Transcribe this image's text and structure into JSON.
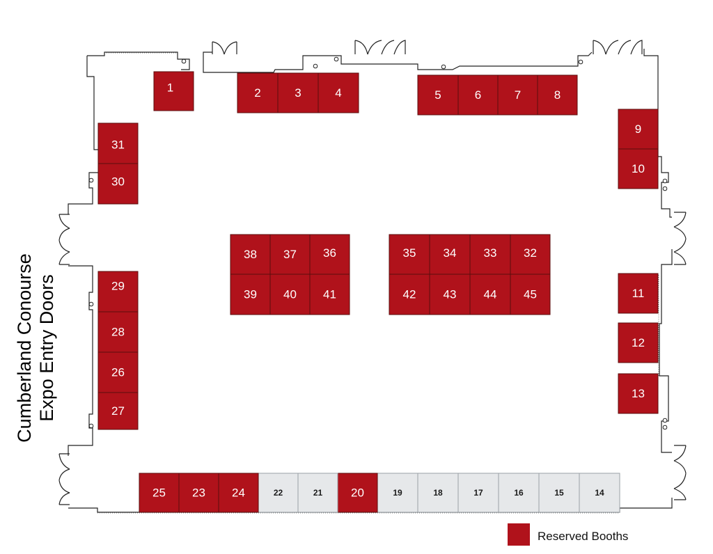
{
  "entry_label": {
    "line1": "Cumberland Conourse",
    "line2": "Expo Entry Doors"
  },
  "legend": {
    "label": "Reserved Booths",
    "color": "#b0121b"
  },
  "colors": {
    "reserved": "#b0121b",
    "open": "#e6e8ea"
  },
  "booths": [
    {
      "id": "1",
      "status": "reserved"
    },
    {
      "id": "2",
      "status": "reserved"
    },
    {
      "id": "3",
      "status": "reserved"
    },
    {
      "id": "4",
      "status": "reserved"
    },
    {
      "id": "5",
      "status": "reserved"
    },
    {
      "id": "6",
      "status": "reserved"
    },
    {
      "id": "7",
      "status": "reserved"
    },
    {
      "id": "8",
      "status": "reserved"
    },
    {
      "id": "9",
      "status": "reserved"
    },
    {
      "id": "10",
      "status": "reserved"
    },
    {
      "id": "11",
      "status": "reserved"
    },
    {
      "id": "12",
      "status": "reserved"
    },
    {
      "id": "13",
      "status": "reserved"
    },
    {
      "id": "14",
      "status": "open"
    },
    {
      "id": "15",
      "status": "open"
    },
    {
      "id": "16",
      "status": "open"
    },
    {
      "id": "17",
      "status": "open"
    },
    {
      "id": "18",
      "status": "open"
    },
    {
      "id": "19",
      "status": "open"
    },
    {
      "id": "20",
      "status": "reserved"
    },
    {
      "id": "21",
      "status": "open"
    },
    {
      "id": "22",
      "status": "open"
    },
    {
      "id": "23",
      "status": "reserved"
    },
    {
      "id": "24",
      "status": "reserved"
    },
    {
      "id": "25",
      "status": "reserved"
    },
    {
      "id": "26",
      "status": "reserved"
    },
    {
      "id": "27",
      "status": "reserved"
    },
    {
      "id": "28",
      "status": "reserved"
    },
    {
      "id": "29",
      "status": "reserved"
    },
    {
      "id": "30",
      "status": "reserved"
    },
    {
      "id": "31",
      "status": "reserved"
    },
    {
      "id": "32",
      "status": "reserved"
    },
    {
      "id": "33",
      "status": "reserved"
    },
    {
      "id": "34",
      "status": "reserved"
    },
    {
      "id": "35",
      "status": "reserved"
    },
    {
      "id": "36",
      "status": "reserved"
    },
    {
      "id": "37",
      "status": "reserved"
    },
    {
      "id": "38",
      "status": "reserved"
    },
    {
      "id": "39",
      "status": "reserved"
    },
    {
      "id": "40",
      "status": "reserved"
    },
    {
      "id": "41",
      "status": "reserved"
    },
    {
      "id": "42",
      "status": "reserved"
    },
    {
      "id": "43",
      "status": "reserved"
    },
    {
      "id": "44",
      "status": "reserved"
    },
    {
      "id": "45",
      "status": "reserved"
    }
  ]
}
